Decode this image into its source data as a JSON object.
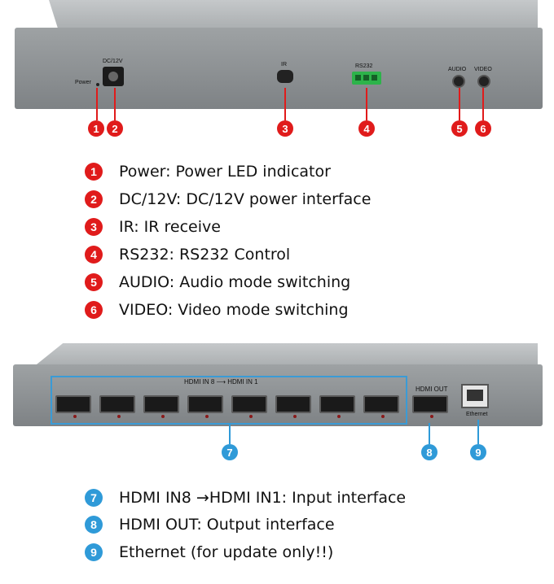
{
  "top_panel": {
    "power_label": "Power",
    "dc_label": "DC/12V",
    "ir_label": "IR",
    "rs232_label": "RS232",
    "audio_label": "AUDIO",
    "video_label": "VIDEO",
    "markers": [
      "1",
      "2",
      "3",
      "4",
      "5",
      "6"
    ]
  },
  "legend_top": [
    {
      "num": "1",
      "text": "Power: Power LED indicator"
    },
    {
      "num": "2",
      "text": "DC/12V: DC/12V power interface"
    },
    {
      "num": "3",
      "text": "IR: IR receive"
    },
    {
      "num": "4",
      "text": "RS232: RS232 Control"
    },
    {
      "num": "5",
      "text": "AUDIO: Audio mode switching"
    },
    {
      "num": "6",
      "text": "VIDEO: Video mode switching"
    }
  ],
  "bottom_panel": {
    "hdmi_in_label": "HDMI IN 8 ⟶ HDMI IN 1",
    "hdmi_out_label": "HDMI OUT",
    "ethernet_label": "Ethernet",
    "markers": [
      "7",
      "8",
      "9"
    ]
  },
  "legend_bottom": [
    {
      "num": "7",
      "text": "HDMI IN8 →HDMI IN1: Input interface"
    },
    {
      "num": "8",
      "text": "HDMI OUT: Output interface"
    },
    {
      "num": "9",
      "text": "Ethernet (for update only!!)"
    }
  ],
  "colors": {
    "marker_red": "#e01b1b",
    "marker_blue": "#2f9ad8"
  }
}
